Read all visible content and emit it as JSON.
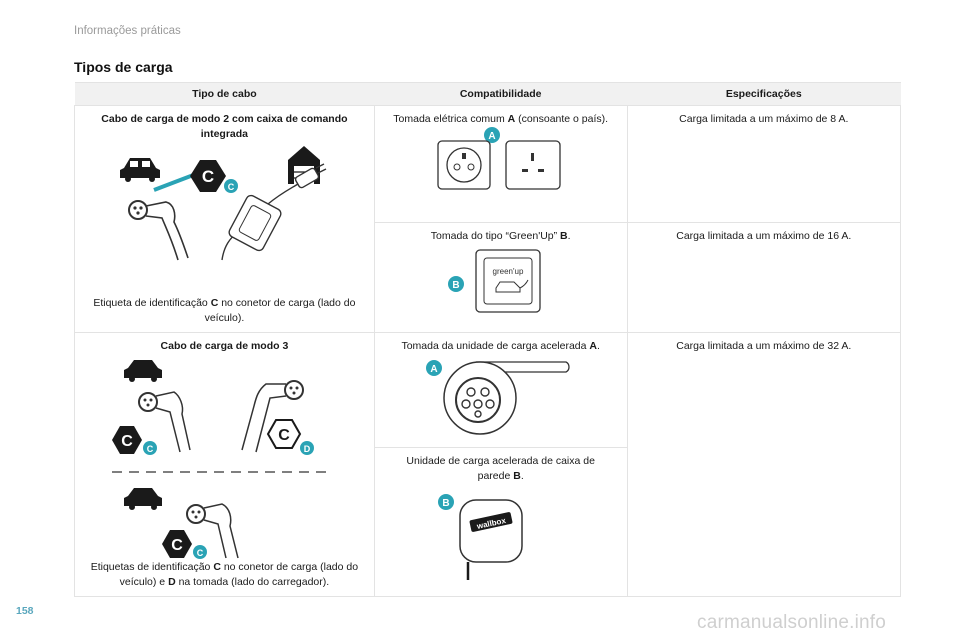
{
  "page": {
    "header": "Informações práticas",
    "section_title": "Tipos de carga",
    "page_number": "158",
    "watermark": "carmanualsonline.info"
  },
  "table": {
    "headers": [
      "Tipo de cabo",
      "Compatibilidade",
      "Especificações"
    ],
    "mode2": {
      "title": "Cabo de carga de modo 2 com caixa de comando integrada",
      "caption_pre": "Etiqueta de identificação ",
      "caption_letter": "C",
      "caption_post": " no conetor de carga (lado do veículo).",
      "badge_c": "C",
      "label_c": "C"
    },
    "row1": {
      "compat_pre": "Tomada elétrica comum ",
      "compat_letter": "A",
      "compat_post": " (consoante o país).",
      "spec": "Carga limitada a um máximo de 8 A.",
      "label": "A"
    },
    "row2": {
      "compat_pre": "Tomada do tipo “Green'Up” ",
      "compat_letter": "B",
      "compat_post": ".",
      "spec": "Carga limitada a um máximo de 16 A.",
      "label": "B",
      "socket_text": "green'up"
    },
    "mode3": {
      "title": "Cabo de carga de modo 3",
      "caption_a": "Etiquetas de identificação ",
      "caption_c": "C",
      "caption_b": " no conetor de carga (lado do veículo) e ",
      "caption_d": "D",
      "caption_e": " na tomada (lado do carregador).",
      "badge_c": "C",
      "badge_c_outline": "C",
      "badge_c2": "C",
      "label_c": "C",
      "label_d": "D",
      "label_c2": "C"
    },
    "row3": {
      "compat_pre": "Tomada da unidade de carga acelerada ",
      "compat_letter": "A",
      "compat_post": ".",
      "spec": "Carga limitada a um máximo de 32 A.",
      "label": "A"
    },
    "row4": {
      "compat_pre": "Unidade de carga acelerada de caixa de parede ",
      "compat_letter": "B",
      "compat_post": ".",
      "label": "B",
      "wallbox_text": "wallbox"
    }
  }
}
